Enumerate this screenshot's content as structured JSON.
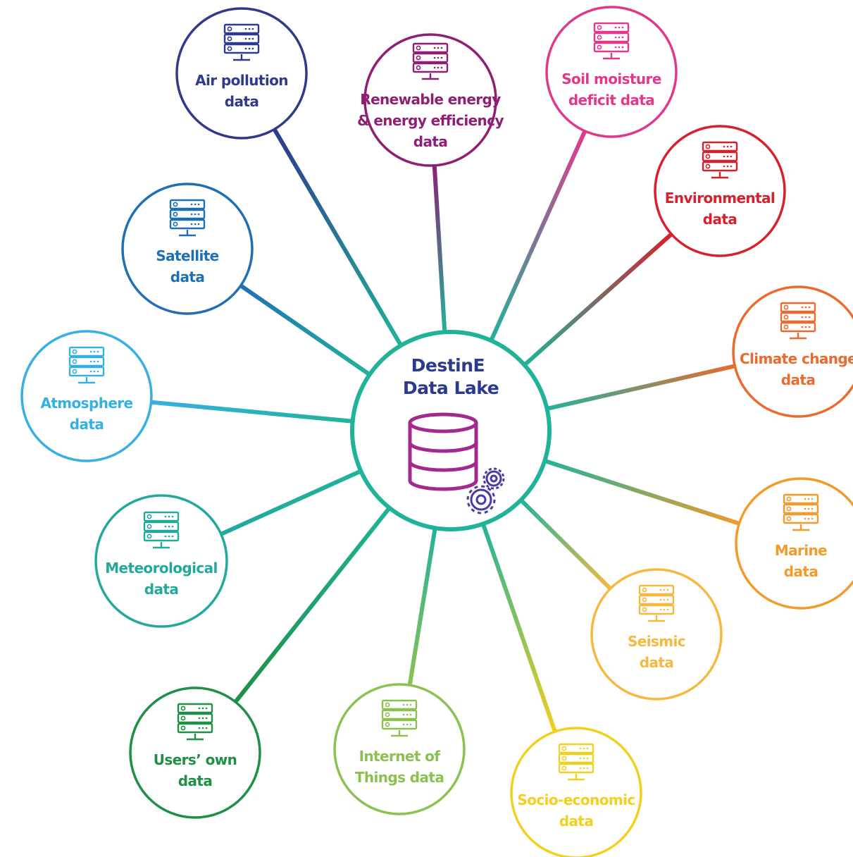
{
  "hub": {
    "title_lines": [
      "DestinE",
      "Data Lake"
    ],
    "title_color": "#2b3a8c",
    "ring_color": "#20b39a",
    "database_color": "#a3288f",
    "gears_color": "#4b3aa3",
    "icon": "database-with-gears-icon"
  },
  "nodes": [
    {
      "id": "air-pollution",
      "lines": [
        "Air pollution",
        "data"
      ],
      "color": "#2e3a8c",
      "icon": "server-rack-icon"
    },
    {
      "id": "renewable-energy",
      "lines": [
        "Renewable energy",
        "& energy efficiency",
        "data"
      ],
      "color": "#8e1f74",
      "icon": "server-rack-icon"
    },
    {
      "id": "soil-moisture",
      "lines": [
        "Soil moisture",
        "deficit data"
      ],
      "color": "#e0388d",
      "icon": "server-rack-icon"
    },
    {
      "id": "environmental",
      "lines": [
        "Environmental",
        "data"
      ],
      "color": "#d7202c",
      "icon": "server-rack-icon"
    },
    {
      "id": "climate-change",
      "lines": [
        "Climate change",
        "data"
      ],
      "color": "#ec6a2e",
      "icon": "server-rack-icon"
    },
    {
      "id": "marine",
      "lines": [
        "Marine",
        "data"
      ],
      "color": "#f39a2b",
      "icon": "server-rack-icon"
    },
    {
      "id": "seismic",
      "lines": [
        "Seismic",
        "data"
      ],
      "color": "#f6b93f",
      "icon": "server-rack-icon"
    },
    {
      "id": "socio-economic",
      "lines": [
        "Socio-economic",
        "data"
      ],
      "color": "#f3cf1f",
      "icon": "server-rack-icon"
    },
    {
      "id": "internet-of-things",
      "lines": [
        "Internet of",
        "Things data"
      ],
      "color": "#8cc152",
      "icon": "server-rack-icon"
    },
    {
      "id": "users-own",
      "lines": [
        "Users’ own",
        "data"
      ],
      "color": "#1f8f46",
      "icon": "server-rack-icon"
    },
    {
      "id": "meteorological",
      "lines": [
        "Meteorological",
        "data"
      ],
      "color": "#22a99c",
      "icon": "server-rack-icon"
    },
    {
      "id": "atmosphere",
      "lines": [
        "Atmosphere",
        "data"
      ],
      "color": "#36b0e2",
      "icon": "server-rack-icon"
    },
    {
      "id": "satellite",
      "lines": [
        "Satellite",
        "data"
      ],
      "color": "#1f6fb5",
      "icon": "server-rack-icon"
    }
  ]
}
